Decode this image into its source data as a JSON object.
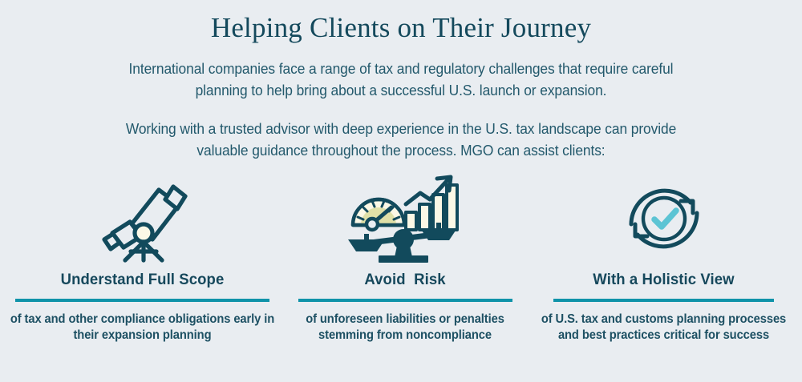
{
  "header": {
    "title": "Helping Clients on Their Journey",
    "paragraphs": [
      "International companies face a range of tax and regulatory challenges that require careful planning to help bring about a successful U.S. launch or expansion.",
      "Working with a trusted advisor with deep experience in the U.S. tax landscape can provide valuable guidance throughout the process. MGO can assist clients:"
    ]
  },
  "columns": [
    {
      "icon": "telescope-icon",
      "heading": "Understand Full Scope",
      "caption": "of tax and other compliance obligations early in their expansion planning"
    },
    {
      "icon": "balance-scale-growth-icon",
      "heading": "Avoid  Risk",
      "caption": "of unforeseen liabilities or penalties stemming from noncompliance"
    },
    {
      "icon": "cycle-check-icon",
      "heading": "With a Holistic View",
      "caption": "of U.S. tax and customs planning processes and best practices critical for success"
    }
  ],
  "colors": {
    "background": "#e9edf1",
    "title": "#14495c",
    "body_text": "#23596c",
    "heading": "#16485c",
    "divider": "#0f93a9",
    "icon_dark": "#124a5c",
    "icon_accent_olive": "#b9bd7a",
    "icon_accent_cream": "#fbf8e6",
    "icon_accent_cyan": "#5cc4d4"
  }
}
